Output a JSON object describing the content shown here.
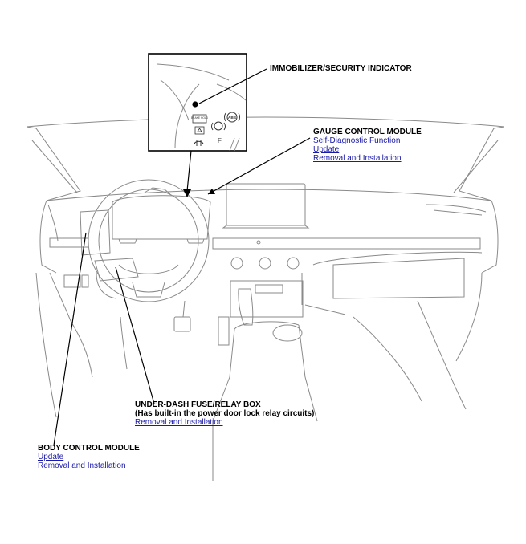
{
  "inset": {
    "brake_hold_label": "BRAKE HOLD",
    "abs_label": "ABS",
    "fuel_label": "F"
  },
  "callouts": {
    "immobilizer": {
      "title": "IMMOBILIZER/SECURITY INDICATOR"
    },
    "gauge_control_module": {
      "title": "GAUGE CONTROL MODULE",
      "links": [
        "Self-Diagnostic Function",
        "Update",
        "Removal and Installation"
      ]
    },
    "under_dash_fuse_relay_box": {
      "title": "UNDER-DASH FUSE/RELAY BOX",
      "note": "(Has built-in the power door lock relay circuits)",
      "links": [
        "Removal and Installation"
      ]
    },
    "body_control_module": {
      "title": "BODY CONTROL MODULE",
      "links": [
        "Update",
        "Removal and Installation"
      ]
    }
  },
  "colors": {
    "line": "#000000",
    "link": "#1a1aa8",
    "drawing_line": "#7a7a7a"
  }
}
